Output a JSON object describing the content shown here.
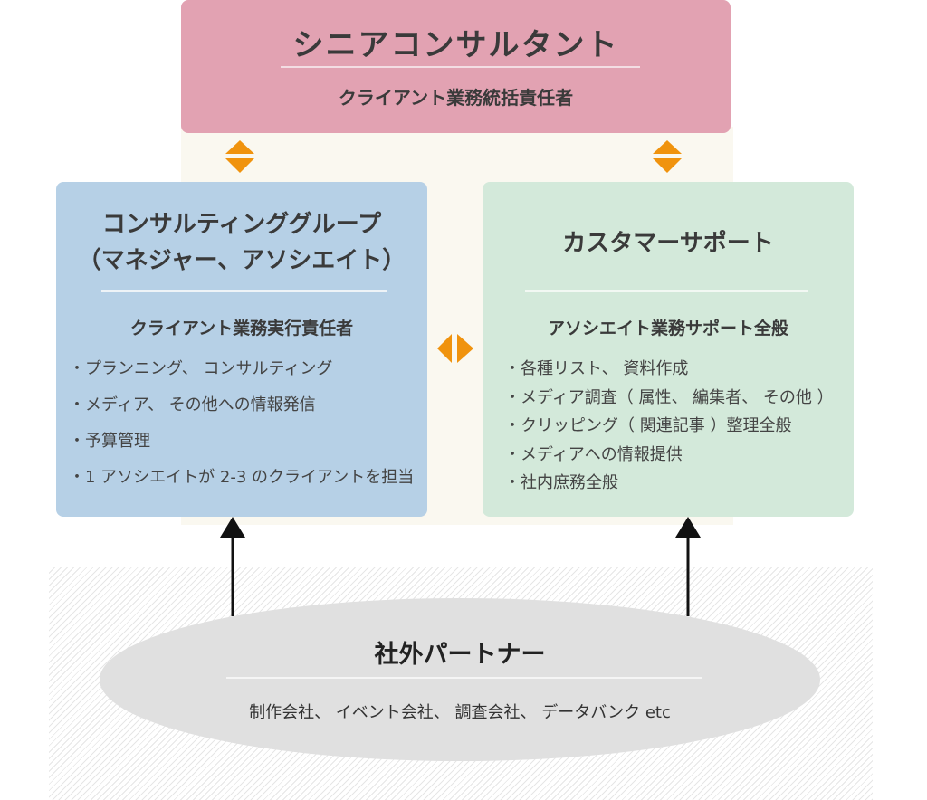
{
  "top": {
    "title": "シニアコンサルタント",
    "subtitle": "クライアント業務統括責任者"
  },
  "left": {
    "title_line1": "コンサルティンググループ",
    "title_line2": "（マネジャー、アソシエイト）",
    "subtitle": "クライアント業務実行責任者",
    "items": [
      "・プランニング、 コンサルティング",
      "・メディア、 その他への情報発信",
      "・予算管理",
      "・1 アソシエイトが 2-3 のクライアントを担当"
    ]
  },
  "right": {
    "title": "カスタマーサポート",
    "subtitle": "アソシエイト業務サポート全般",
    "items": [
      "・各種リスト、 資料作成",
      "・メディア調査（ 属性、 編集者、 その他 ）",
      "・クリッピング（ 関連記事 ）整理全般",
      "・メディアへの情報提供",
      "・社内庶務全般"
    ]
  },
  "bottom": {
    "title": "社外パートナー",
    "subtitle": "制作会社、 イベント会社、 調査会社、 データバンク etc"
  },
  "colors": {
    "top_box": "#e2a2b2",
    "left_box": "#b6d0e6",
    "right_box": "#d3e9da",
    "arrow_accent": "#f0930e",
    "ellipse": "#e0e0e0"
  }
}
